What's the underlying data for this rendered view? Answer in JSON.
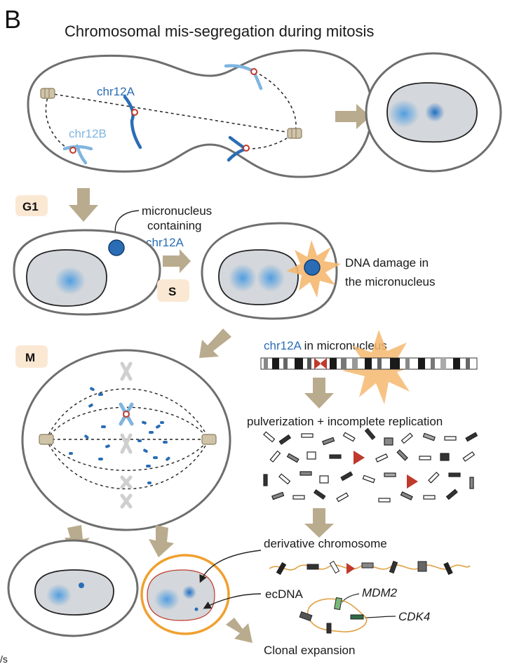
{
  "panel_letter": "B",
  "title": "Chromosomal mis-segregation during mitosis",
  "labels": {
    "chr12A": "chr12A",
    "chr12B": "chr12B",
    "g1": "G1",
    "s": "S",
    "m": "M",
    "micronucleus_line1": "micronucleus",
    "micronucleus_line2": "containing",
    "micronucleus_line3": "chr12A",
    "damage_line1": "DNA damage in",
    "damage_line2": "the micronucleus",
    "chr12a_in_mn_a": "chr12A",
    "chr12a_in_mn_b": " in micronucleus",
    "pulverization": "pulverization + incomplete replication",
    "derivative": "derivative chromosome",
    "ecdna": "ecDNA",
    "mdm2": "MDM2",
    "cdk4": "CDK4",
    "clonal": "Clonal expansion",
    "corner_fragment": "/s"
  },
  "colors": {
    "cell_outline": "#6e6e6e",
    "nucleus_fill": "#d4d7db",
    "chromatin_blue": "#6aaee6",
    "chr_dark_blue": "#2a6db5",
    "chr_light_blue": "#7fb5e0",
    "arrow_tan": "#b9ab8d",
    "stage_badge": "#fbe8d3",
    "damage_orange": "#f5b870",
    "highlight_orange": "#f0a030",
    "centromere_red": "#c0392b",
    "mdm2_green": "#7ab87a",
    "cdk4_green": "#2e6b44"
  }
}
